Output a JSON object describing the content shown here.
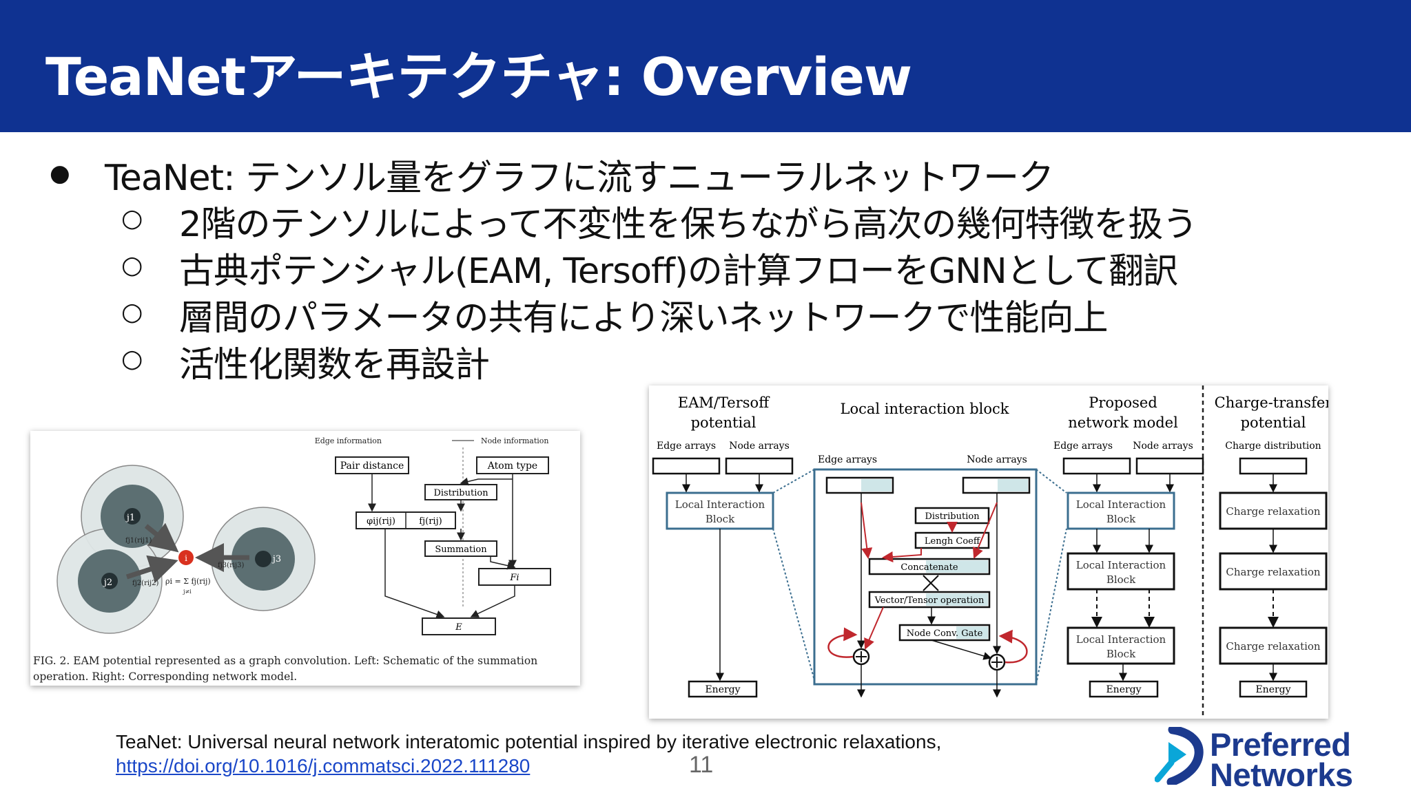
{
  "slide": {
    "title": "TeaNetアーキテクチャ: Overview",
    "bullet_main": "TeaNet: テンソル量をグラフに流すニューラルネットワーク",
    "sub_bullets": [
      "2階のテンソルによって不変性を保ちながら高次の幾何特徴を扱う",
      "古典ポテンシャル(EAM, Tersoff)の計算フローをGNNとして翻訳",
      "層間のパラメータの共有により深いネットワークで性能向上",
      "活性化関数を再設計"
    ],
    "bullet_symbol": "●",
    "sub_bullet_symbol": "○",
    "reference_text": "TeaNet: Universal neural network interatomic potential inspired by iterative electronic relaxations,",
    "reference_link": "https://doi.org/10.1016/j.commatsci.2022.111280",
    "page_number": "11",
    "logo_line1": "Preferred",
    "logo_line2": "Networks"
  },
  "colors": {
    "header_bg": "#0f3291",
    "logo": "#1c3a8e",
    "link": "#1a47c8",
    "red_arrow": "#c0272d",
    "block_border": "#3b6e8f",
    "teal": "#cfe6e8"
  },
  "figure_left": {
    "legend_edge": "Edge information",
    "legend_node": "Node information",
    "pair_distance": "Pair distance",
    "atom_type": "Atom type",
    "distribution": "Distribution",
    "phi": "φij(rij)",
    "f": "fj(rij)",
    "summation": "Summation",
    "Fi": "Fi",
    "E": "E",
    "j1": "j1",
    "j2": "j2",
    "j3": "j3",
    "i": "i",
    "f_j1": "fj1(rij1)",
    "f_j2": "fj2(rij2)",
    "f_j3": "fj3(rij3)",
    "rho": "ρi = Σ fj(rij)",
    "sum_index": "j≠i",
    "caption1": "FIG. 2.  EAM potential represented as a graph convolution.  Left: Schematic of the summation",
    "caption2": "operation.  Right: Corresponding network model."
  },
  "figure_right": {
    "eam_title1": "EAM/Tersoff",
    "eam_title2": "potential",
    "local_title": "Local interaction block",
    "proposed_title1": "Proposed",
    "proposed_title2": "network model",
    "charge_title1": "Charge-transfer",
    "charge_title2": "potential",
    "edge_arrays": "Edge arrays",
    "node_arrays": "Node arrays",
    "charge_distribution": "Charge distribution",
    "lib1": "Local Interaction",
    "lib2": "Block",
    "distribution": "Distribution",
    "length_coeff": "Lengh Coeff",
    "concatenate": "Concatenate",
    "vector_tensor": "Vector/Tensor operation",
    "node_conv": "Node Conv. Gate",
    "charge_relaxation": "Charge relaxation",
    "energy": "Energy"
  }
}
